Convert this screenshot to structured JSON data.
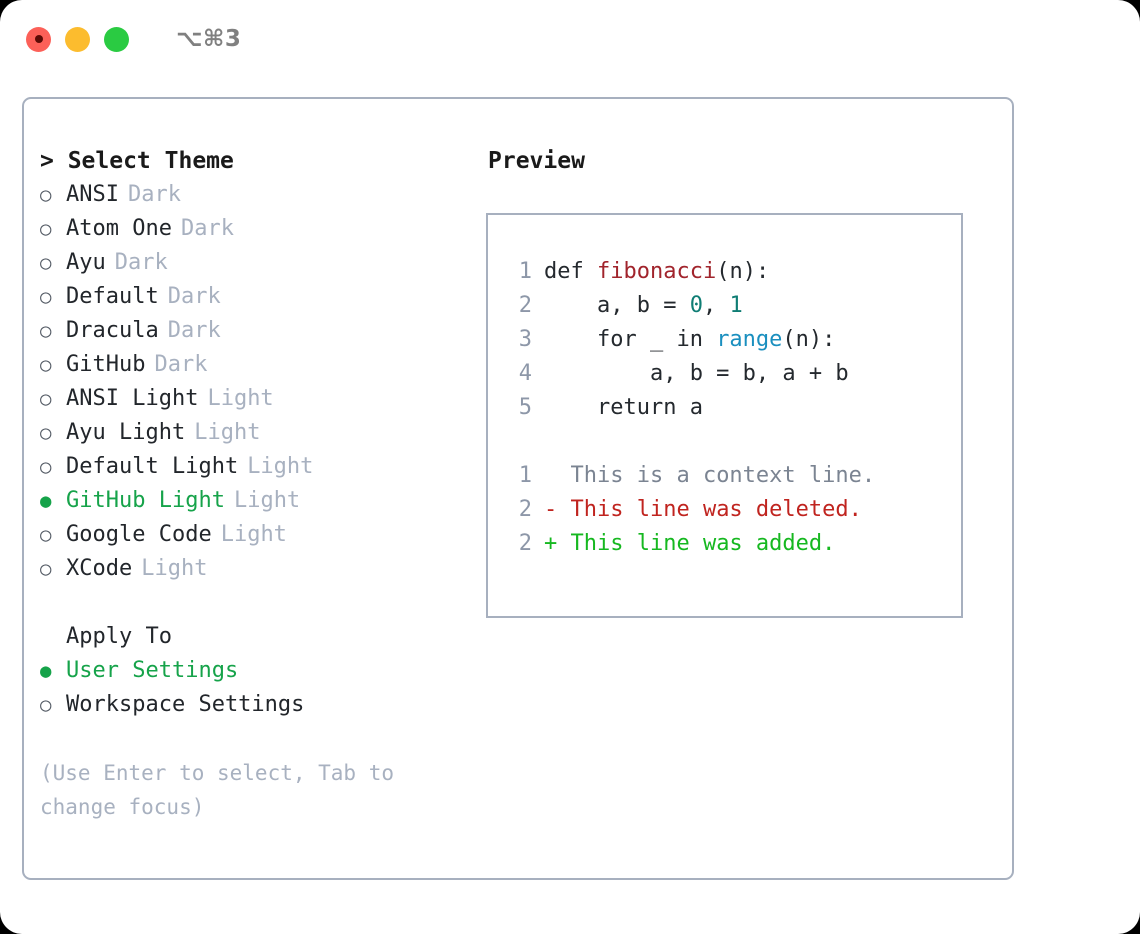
{
  "titlebar": {
    "shortcut": "⌥⌘3",
    "lights": [
      "close-red",
      "minimize-yellow",
      "maximize-green"
    ]
  },
  "theme_picker": {
    "header": "> Select Theme",
    "items": [
      {
        "label": "ANSI",
        "badge": "Dark",
        "selected": false,
        "bullet": "○"
      },
      {
        "label": "Atom One",
        "badge": "Dark",
        "selected": false,
        "bullet": "○"
      },
      {
        "label": "Ayu",
        "badge": "Dark",
        "selected": false,
        "bullet": "○"
      },
      {
        "label": "Default",
        "badge": "Dark",
        "selected": false,
        "bullet": "○"
      },
      {
        "label": "Dracula",
        "badge": "Dark",
        "selected": false,
        "bullet": "○"
      },
      {
        "label": "GitHub",
        "badge": "Dark",
        "selected": false,
        "bullet": "○"
      },
      {
        "label": "ANSI Light",
        "badge": "Light",
        "selected": false,
        "bullet": "○"
      },
      {
        "label": "Ayu Light",
        "badge": "Light",
        "selected": false,
        "bullet": "○"
      },
      {
        "label": "Default Light",
        "badge": "Light",
        "selected": false,
        "bullet": "○"
      },
      {
        "label": "GitHub Light",
        "badge": "Light",
        "selected": true,
        "bullet": "●"
      },
      {
        "label": "Google Code",
        "badge": "Light",
        "selected": false,
        "bullet": "○"
      },
      {
        "label": "XCode",
        "badge": "Light",
        "selected": false,
        "bullet": "○"
      }
    ]
  },
  "apply_to": {
    "header": "Apply To",
    "items": [
      {
        "label": "User Settings",
        "selected": true,
        "bullet": "●"
      },
      {
        "label": "Workspace Settings",
        "selected": false,
        "bullet": "○"
      }
    ]
  },
  "hint": "(Use Enter to select, Tab to change focus)",
  "preview": {
    "title": "Preview",
    "code_lines": [
      {
        "no": "1",
        "segments": [
          {
            "text": "def ",
            "kind": "plain"
          },
          {
            "text": "fibonacci",
            "kind": "fn"
          },
          {
            "text": "(n):",
            "kind": "plain"
          }
        ]
      },
      {
        "no": "2",
        "segments": [
          {
            "text": "    a, b = ",
            "kind": "plain"
          },
          {
            "text": "0",
            "kind": "num"
          },
          {
            "text": ", ",
            "kind": "plain"
          },
          {
            "text": "1",
            "kind": "num"
          }
        ]
      },
      {
        "no": "3",
        "segments": [
          {
            "text": "    for _ in ",
            "kind": "plain"
          },
          {
            "text": "range",
            "kind": "call"
          },
          {
            "text": "(n):",
            "kind": "plain"
          }
        ]
      },
      {
        "no": "4",
        "segments": [
          {
            "text": "        a, b = b, a + b",
            "kind": "plain"
          }
        ]
      },
      {
        "no": "5",
        "segments": [
          {
            "text": "    return a",
            "kind": "plain"
          }
        ]
      }
    ],
    "diff_lines": [
      {
        "no": "1",
        "marker": " ",
        "text": "This is a context line.",
        "kind": "ctx"
      },
      {
        "no": "2",
        "marker": "-",
        "text": "This line was deleted.",
        "kind": "del"
      },
      {
        "no": "2",
        "marker": "+",
        "text": "This line was added.",
        "kind": "add"
      }
    ]
  },
  "colors": {
    "accent_green": "#16a34a",
    "border": "#a7b0bf",
    "muted": "#a8b1c0",
    "lineno": "#8d97a8",
    "token_function": "#a1242c",
    "token_number": "#0f7d74",
    "token_call": "#1a8fbf",
    "diff_added": "#16b820",
    "diff_deleted": "#c0241f",
    "diff_context": "#7b8492"
  }
}
